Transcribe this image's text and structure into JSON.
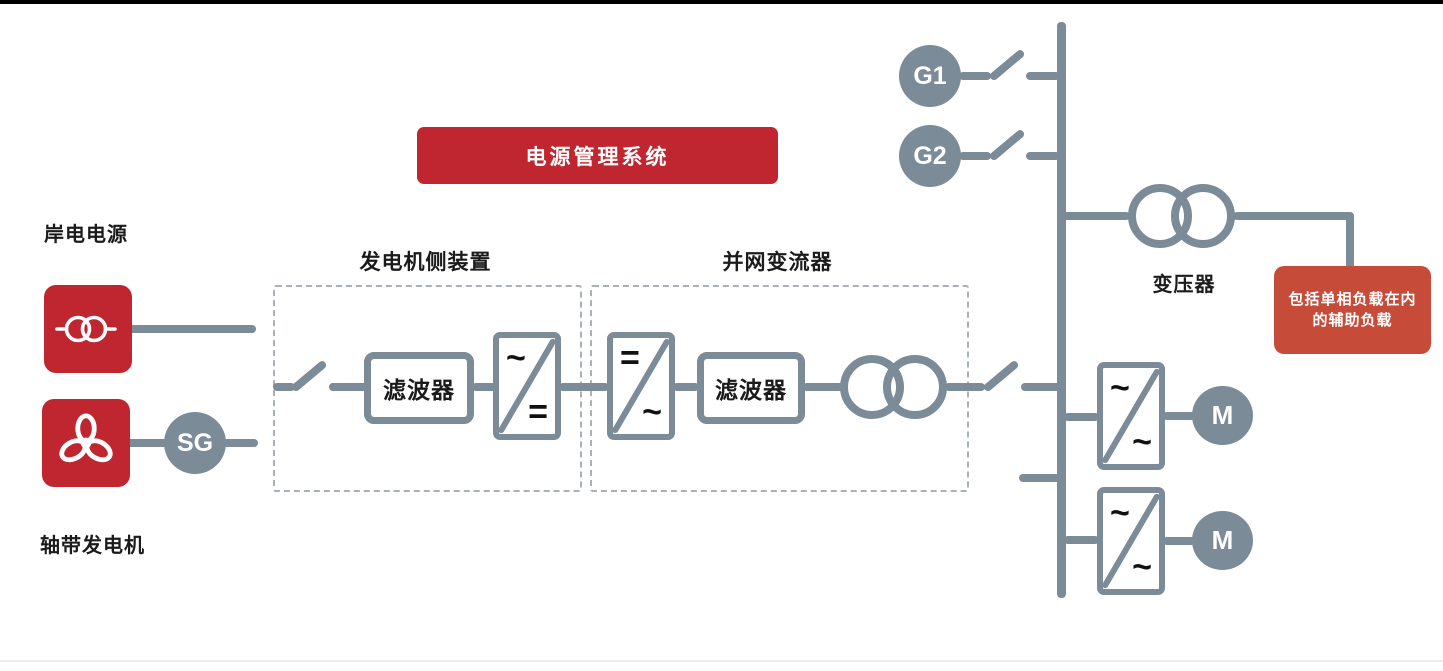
{
  "colors": {
    "brand_red": "#bf2630",
    "aux_load_red": "#c64c39",
    "diagram_gray": "#7b8b98",
    "text_black": "#1b1b1b"
  },
  "banner": {
    "label": "电源管理系统"
  },
  "shore_power": {
    "label": "岸电电源"
  },
  "shaft_generator": {
    "label": "轴带发电机",
    "badge": "SG"
  },
  "generator_side_unit": {
    "title": "发电机侧装置",
    "filter": "滤波器",
    "converter_in": "~",
    "converter_out": "="
  },
  "grid_converter": {
    "title": "并网变流器",
    "filter": "滤波器",
    "converter_in": "=",
    "converter_out": "~"
  },
  "generators": {
    "g1": "G1",
    "g2": "G2"
  },
  "transformer": {
    "label": "变压器"
  },
  "aux_load_box": {
    "line1": "包括单相负载在内",
    "line2": "的辅助负载"
  },
  "motor_drives": {
    "converter_in": "~",
    "converter_out": "~",
    "motor1": "M",
    "motor2": "M"
  }
}
